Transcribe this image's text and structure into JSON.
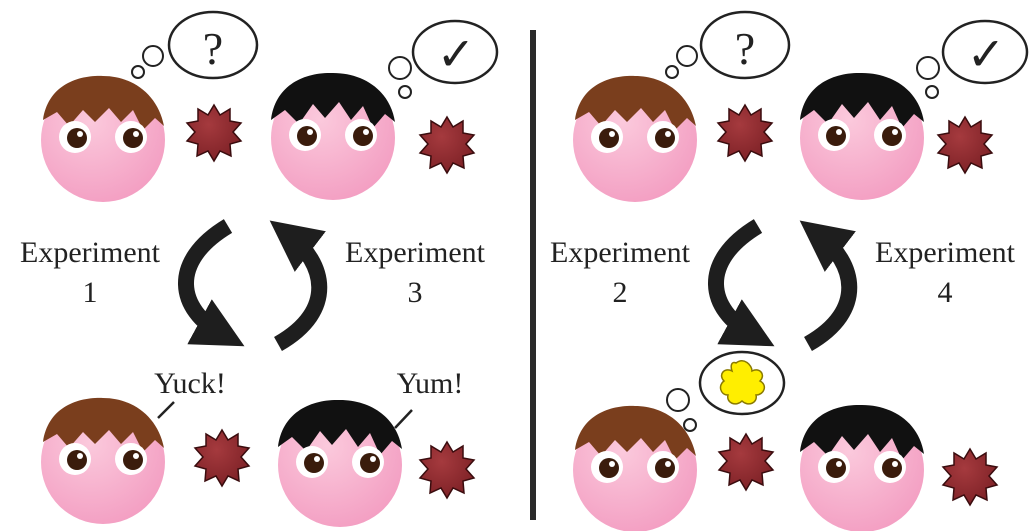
{
  "colors": {
    "face": "#f4a6c8",
    "brown_hair": "#7a3e1d",
    "black_hair": "#111111",
    "germ": "#8b2a2e",
    "imagined_germ": "#ffee00",
    "arrow": "#1e1e1e",
    "divider": "#2a2a2a",
    "text": "#222222"
  },
  "panels": [
    {
      "experiments": [
        {
          "word": "Experiment",
          "number": "1"
        },
        {
          "word": "Experiment",
          "number": "3"
        }
      ],
      "thoughts": [
        {
          "symbol": "?",
          "icon": "question-mark-icon"
        },
        {
          "symbol": "✓",
          "icon": "checkmark-icon"
        }
      ],
      "speech": [
        {
          "text": "Yuck!"
        },
        {
          "text": "Yum!"
        }
      ]
    },
    {
      "experiments": [
        {
          "word": "Experiment",
          "number": "2"
        },
        {
          "word": "Experiment",
          "number": "4"
        }
      ],
      "thoughts": [
        {
          "symbol": "?",
          "icon": "question-mark-icon"
        },
        {
          "symbol": "✓",
          "icon": "checkmark-icon"
        }
      ],
      "imagined": {
        "icon": "yellow-germ-thought-icon"
      }
    }
  ]
}
